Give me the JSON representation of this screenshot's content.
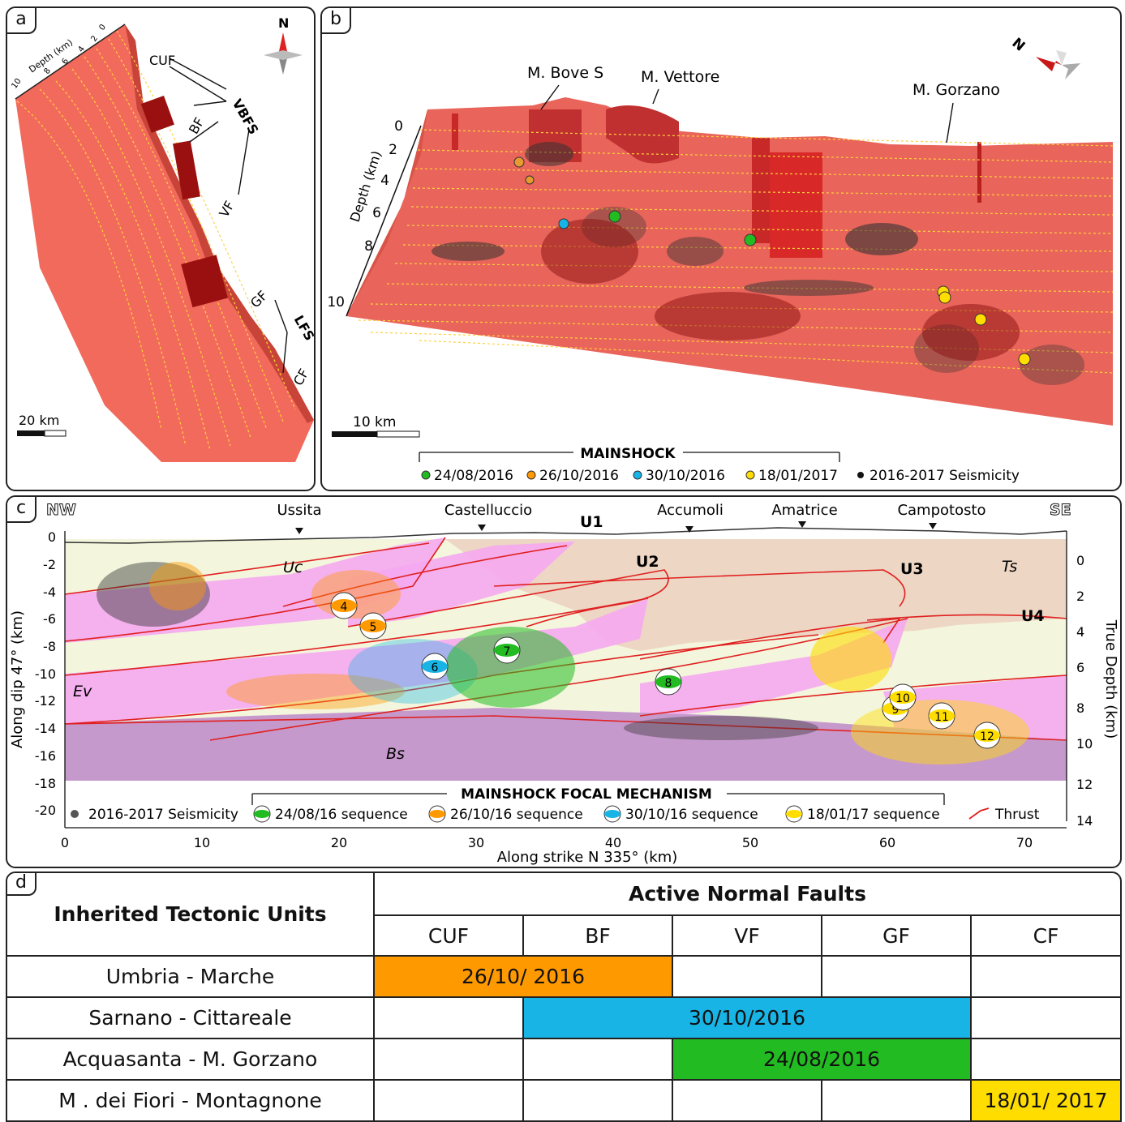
{
  "panels": {
    "a": {
      "tag": "a",
      "north": "N",
      "depth_label": "Depth (km)",
      "depth_ticks": [
        "0",
        "2",
        "4",
        "6",
        "8",
        "10"
      ],
      "faults": [
        "CUF",
        "BF",
        "VF",
        "GF",
        "CF"
      ],
      "systems": [
        "VBFS",
        "LFS"
      ],
      "scale": "20 km"
    },
    "b": {
      "tag": "b",
      "north": "N",
      "peaks": [
        "M. Bove S",
        "M. Vettore",
        "M. Gorzano"
      ],
      "depth_label": "Depth (km)",
      "depth_ticks": [
        "0",
        "2",
        "4",
        "6",
        "8",
        "10"
      ],
      "scale": "10 km",
      "legend_title": "MAINSHOCK",
      "legend": [
        {
          "label": "24/08/2016",
          "color": "#22bb22"
        },
        {
          "label": "26/10/2016",
          "color": "#ff9900"
        },
        {
          "label": "30/10/2016",
          "color": "#18b4e6"
        },
        {
          "label": "18/01/2017",
          "color": "#ffdd00"
        },
        {
          "label": "2016-2017 Seismicity",
          "color": "#111111"
        }
      ]
    },
    "c": {
      "tag": "c",
      "nw": "NW",
      "se": "SE",
      "towns": [
        "Ussita",
        "Castelluccio",
        "Accumoli",
        "Amatrice",
        "Campotosto"
      ],
      "units": [
        "U1",
        "U2",
        "U3",
        "U4"
      ],
      "formations": [
        "Uc",
        "Ts",
        "Ev",
        "Bs"
      ],
      "ylabel_left": "Along dip 47° (km)",
      "ylabel_right": "True Depth (km)",
      "xlabel": "Along strike N 335° (km)",
      "left_ticks": [
        "0",
        "-2",
        "-4",
        "-6",
        "-8",
        "-10",
        "-12",
        "-14",
        "-16",
        "-18",
        "-20"
      ],
      "right_ticks": [
        "0",
        "2",
        "4",
        "6",
        "8",
        "10",
        "12",
        "14"
      ],
      "x_ticks": [
        "0",
        "10",
        "20",
        "30",
        "40",
        "50",
        "60",
        "70"
      ],
      "legend_title": "MAINSHOCK FOCAL MECHANISM",
      "legend": [
        {
          "label": "2016-2017 Seismicity",
          "color": "#555555"
        },
        {
          "label": "24/08/16 sequence",
          "color": "#22bb22"
        },
        {
          "label": "26/10/16 sequence",
          "color": "#ff9900"
        },
        {
          "label": "30/10/16 sequence",
          "color": "#18b4e6"
        },
        {
          "label": "18/01/17 sequence",
          "color": "#ffdd00"
        },
        {
          "label": "Thrust",
          "color": "#e02020"
        }
      ],
      "mechanisms": [
        {
          "n": "4",
          "color": "#ff9900"
        },
        {
          "n": "5",
          "color": "#ff9900"
        },
        {
          "n": "6",
          "color": "#18b4e6"
        },
        {
          "n": "7",
          "color": "#22bb22"
        },
        {
          "n": "8",
          "color": "#22bb22"
        },
        {
          "n": "9",
          "color": "#ffdd00"
        },
        {
          "n": "10",
          "color": "#ffdd00"
        },
        {
          "n": "11",
          "color": "#ffdd00"
        },
        {
          "n": "12",
          "color": "#ffdd00"
        }
      ]
    },
    "d": {
      "tag": "d",
      "row_header": "Inherited Tectonic Units",
      "col_header": "Active Normal Faults",
      "faults": [
        "CUF",
        "BF",
        "VF",
        "GF",
        "CF"
      ],
      "rows": [
        {
          "unit": "Umbria - Marche",
          "date": "26/10/ 2016"
        },
        {
          "unit": "Sarnano - Cittareale",
          "date": "30/10/2016"
        },
        {
          "unit": "Acquasanta - M. Gorzano",
          "date": "24/08/2016"
        },
        {
          "unit": "M . dei Fiori - Montagnone",
          "date": "18/01/ 2017"
        }
      ]
    }
  }
}
